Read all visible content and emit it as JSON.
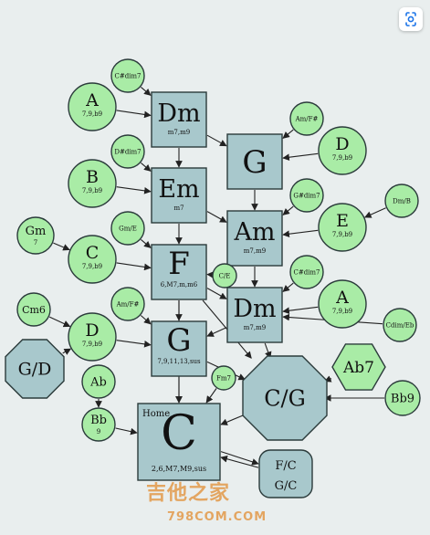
{
  "diagram": {
    "home_label": "Home",
    "colors": {
      "box": "#a8c8cc",
      "circle": "#a9eca6",
      "stroke": "#2b3b3b",
      "arrow": "#222222",
      "bg": "#e9eeee"
    },
    "nodes": [
      {
        "id": "Dm1",
        "shape": "square",
        "main": "Dm",
        "sub": "m7,m9"
      },
      {
        "id": "G1",
        "shape": "square",
        "main": "G",
        "sub": ""
      },
      {
        "id": "Em",
        "shape": "square",
        "main": "Em",
        "sub": "m7"
      },
      {
        "id": "Am",
        "shape": "square",
        "main": "Am",
        "sub": "m7,m9"
      },
      {
        "id": "F",
        "shape": "square",
        "main": "F",
        "sub": "6,M7,m,m6"
      },
      {
        "id": "Dm2",
        "shape": "square",
        "main": "Dm",
        "sub": "m7,m9"
      },
      {
        "id": "G2",
        "shape": "square",
        "main": "G",
        "sub": "7,9,11,13,sus"
      },
      {
        "id": "C",
        "shape": "square",
        "main": "C",
        "sub": "2,6,M7,M9,sus"
      },
      {
        "id": "CG",
        "shape": "octagon",
        "main": "C/G",
        "sub": ""
      },
      {
        "id": "GD",
        "shape": "octagon",
        "main": "G/D",
        "sub": ""
      },
      {
        "id": "Ab7",
        "shape": "hexagon",
        "main": "Ab7",
        "sub": ""
      },
      {
        "id": "FC",
        "shape": "rounded",
        "main": "F/C",
        "sub": "G/C"
      },
      {
        "id": "A1",
        "shape": "circle",
        "main": "A",
        "sub": "7,9,b9"
      },
      {
        "id": "B",
        "shape": "circle",
        "main": "B",
        "sub": "7,9,b9"
      },
      {
        "id": "C2",
        "shape": "circle",
        "main": "C",
        "sub": "7,9,b9"
      },
      {
        "id": "D1",
        "shape": "circle",
        "main": "D",
        "sub": "7,9,b9"
      },
      {
        "id": "D2",
        "shape": "circle",
        "main": "D",
        "sub": "7,9,b9"
      },
      {
        "id": "E",
        "shape": "circle",
        "main": "E",
        "sub": "7,9,b9"
      },
      {
        "id": "A2",
        "shape": "circle",
        "main": "A",
        "sub": "7,9,b9"
      },
      {
        "id": "Gm",
        "shape": "circle",
        "main": "Gm",
        "sub": "7"
      },
      {
        "id": "Cm6",
        "shape": "circle",
        "main": "Cm6",
        "sub": ""
      },
      {
        "id": "Ab",
        "shape": "circle",
        "main": "Ab",
        "sub": ""
      },
      {
        "id": "Bb",
        "shape": "circle",
        "main": "Bb",
        "sub": "9"
      },
      {
        "id": "Bb9",
        "shape": "circle",
        "main": "Bb9",
        "sub": ""
      },
      {
        "id": "Csdim1",
        "shape": "circle",
        "main": "C#dim7",
        "sub": ""
      },
      {
        "id": "Dsdim",
        "shape": "circle",
        "main": "D#dim7",
        "sub": ""
      },
      {
        "id": "GmE",
        "shape": "circle",
        "main": "Gm/E",
        "sub": ""
      },
      {
        "id": "AmFs1",
        "shape": "circle",
        "main": "Am/F#",
        "sub": ""
      },
      {
        "id": "AmFs2",
        "shape": "circle",
        "main": "Am/F#",
        "sub": ""
      },
      {
        "id": "Gsdim",
        "shape": "circle",
        "main": "G#dim7",
        "sub": ""
      },
      {
        "id": "Csdim2",
        "shape": "circle",
        "main": "C#dim7",
        "sub": ""
      },
      {
        "id": "DmB",
        "shape": "circle",
        "main": "Dm/B",
        "sub": ""
      },
      {
        "id": "CdimEb",
        "shape": "circle",
        "main": "Cdim/Eb",
        "sub": ""
      },
      {
        "id": "CE",
        "shape": "circle",
        "main": "C/E",
        "sub": ""
      },
      {
        "id": "Fm7",
        "shape": "circle",
        "main": "Fm7",
        "sub": ""
      }
    ],
    "edges": [
      [
        "Dm1",
        "Em"
      ],
      [
        "Em",
        "F"
      ],
      [
        "F",
        "G2"
      ],
      [
        "G2",
        "C"
      ],
      [
        "G1",
        "Am"
      ],
      [
        "Am",
        "Dm2"
      ],
      [
        "Dm2",
        "G2"
      ],
      [
        "Dm2",
        "CG"
      ],
      [
        "Dm1",
        "G1"
      ],
      [
        "Em",
        "Am"
      ],
      [
        "F",
        "Dm2"
      ],
      [
        "F",
        "CG"
      ],
      [
        "F",
        "C"
      ],
      [
        "G2",
        "CG"
      ],
      [
        "CG",
        "C"
      ],
      [
        "A1",
        "Dm1"
      ],
      [
        "Csdim1",
        "Dm1"
      ],
      [
        "B",
        "Em"
      ],
      [
        "Dsdim",
        "Em"
      ],
      [
        "C2",
        "F"
      ],
      [
        "GmE",
        "F"
      ],
      [
        "Gm",
        "C2"
      ],
      [
        "D1",
        "G2"
      ],
      [
        "AmFs1",
        "G2"
      ],
      [
        "Cm6",
        "D1"
      ],
      [
        "GD",
        "D1"
      ],
      [
        "AmFs2",
        "G1"
      ],
      [
        "D2",
        "G1"
      ],
      [
        "Gsdim",
        "Am"
      ],
      [
        "E",
        "Am"
      ],
      [
        "DmB",
        "E"
      ],
      [
        "Csdim2",
        "Dm2"
      ],
      [
        "A2",
        "Dm2"
      ],
      [
        "CdimEb",
        "Dm2"
      ],
      [
        "CE",
        "F"
      ],
      [
        "Fm7",
        "C"
      ],
      [
        "Ab7",
        "CG"
      ],
      [
        "Bb9",
        "CG"
      ],
      [
        "Ab",
        "Bb"
      ],
      [
        "Bb",
        "C"
      ],
      [
        "C",
        "FC"
      ],
      [
        "FC",
        "C"
      ]
    ]
  },
  "watermark": {
    "line1": "吉他之家",
    "line2": "798COM.COM"
  },
  "lens_icon": "google-lens-icon"
}
